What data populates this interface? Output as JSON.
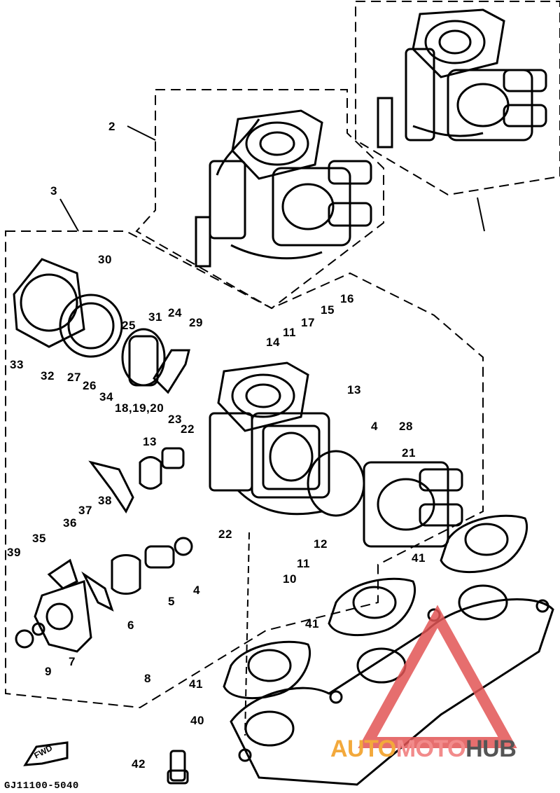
{
  "diagram": {
    "callouts": [
      "2",
      "3",
      "30",
      "33",
      "32",
      "27",
      "26",
      "34",
      "18,19,20",
      "25",
      "31",
      "24",
      "29",
      "16",
      "15",
      "17",
      "11",
      "14",
      "13",
      "4",
      "28",
      "21",
      "23",
      "22",
      "13",
      "38",
      "37",
      "36",
      "35",
      "39",
      "22",
      "12",
      "11",
      "10",
      "4",
      "5",
      "6",
      "7",
      "9",
      "8",
      "41",
      "41",
      "41",
      "40",
      "42"
    ],
    "part_code": "GJ11100-5040",
    "fwd_label": "FWD",
    "watermark": {
      "part1": "AUTO",
      "part2": "MOTO",
      "part3": "HUB"
    },
    "colors": {
      "line": "#000000",
      "watermark_red": "#e25555",
      "watermark_orange": "#f3a93c",
      "watermark_gray": "#555555"
    }
  }
}
